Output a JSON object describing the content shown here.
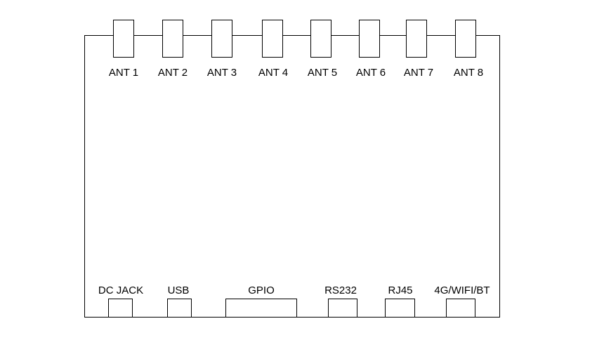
{
  "diagram": {
    "board": {
      "label": ""
    },
    "antennas": [
      {
        "label": "ANT 1"
      },
      {
        "label": "ANT 2"
      },
      {
        "label": "ANT 3"
      },
      {
        "label": "ANT 4"
      },
      {
        "label": "ANT 5"
      },
      {
        "label": "ANT 6"
      },
      {
        "label": "ANT 7"
      },
      {
        "label": "ANT 8"
      }
    ],
    "ports": [
      {
        "label": "DC JACK"
      },
      {
        "label": "USB"
      },
      {
        "label": "GPIO"
      },
      {
        "label": "RS232"
      },
      {
        "label": "RJ45"
      },
      {
        "label": "4G/WIFI/BT"
      }
    ],
    "colors": {
      "stroke": "#000000",
      "fill": "#ffffff"
    }
  }
}
